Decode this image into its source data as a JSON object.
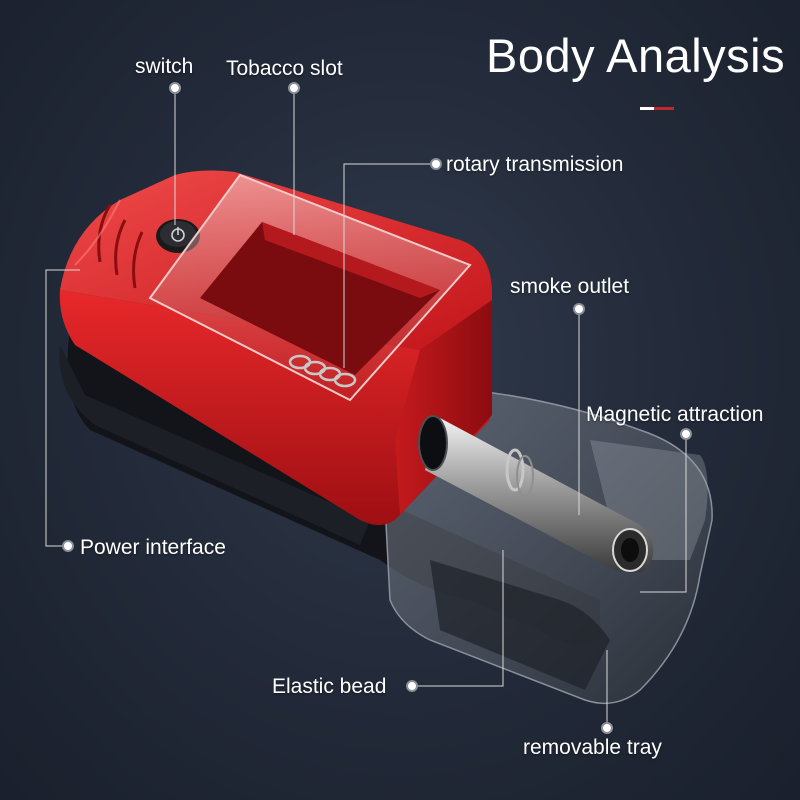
{
  "title": "Body Analysis",
  "accent_colors": {
    "white": "#ffffff",
    "red": "#c0272d"
  },
  "background_color": "#262d3c",
  "product": {
    "name": "electric cigarette rolling machine",
    "body_color": "#d61f1f",
    "base_color": "#14161c",
    "tray_color": "translucent gray"
  },
  "labels": {
    "switch": "switch",
    "tobacco_slot": "Tobacco slot",
    "rotary_transmission": "rotary transmission",
    "smoke_outlet": "smoke outlet",
    "magnetic_attraction": "Magnetic attraction",
    "power_interface": "Power interface",
    "elastic_bead": "Elastic bead",
    "removable_tray": "removable tray"
  }
}
